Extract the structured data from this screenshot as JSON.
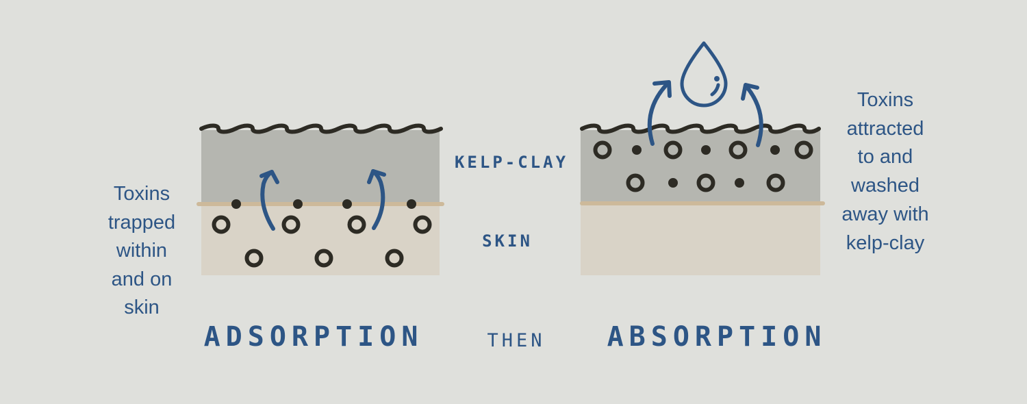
{
  "colors": {
    "background": "#dfe0dc",
    "clay": "#b5b6b0",
    "skin": "#d9d3c7",
    "boundary": "#cdb99a",
    "toxin": "#2d2b24",
    "accent": "#2d5585"
  },
  "labels": {
    "kelp_clay": "KELP-CLAY",
    "skin": "SKIN",
    "then": "THEN"
  },
  "left_panel": {
    "title": "ADSORPTION",
    "caption_lines": [
      "Toxins",
      "trapped",
      "within",
      "and on",
      "skin"
    ]
  },
  "right_panel": {
    "title": "ABSORPTION",
    "caption_lines": [
      "Toxins",
      "attracted",
      "to and",
      "washed",
      "away with",
      "kelp-clay"
    ]
  }
}
